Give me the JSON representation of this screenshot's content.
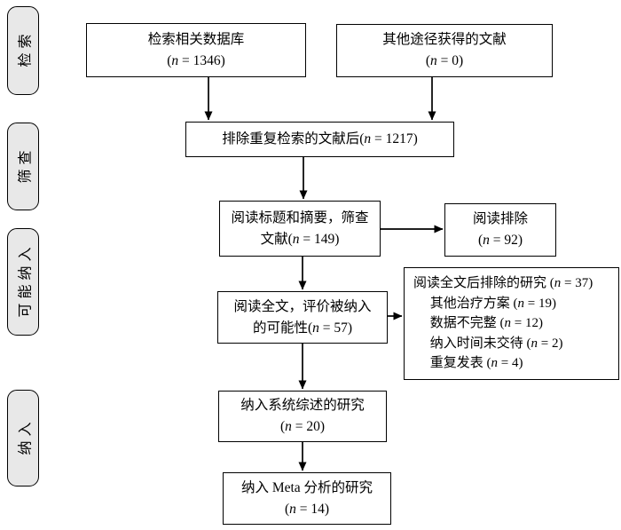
{
  "figure": {
    "stages": [
      {
        "label": "检索"
      },
      {
        "label": "筛查"
      },
      {
        "label": "可能纳入"
      },
      {
        "label": "纳入"
      }
    ],
    "boxes": {
      "database_search": {
        "lines": [
          "检索相关数据库",
          "(n = 1346)"
        ]
      },
      "other_sources": {
        "lines": [
          "其他途径获得的文献",
          "(n = 0)"
        ]
      },
      "after_dedup": {
        "lines": [
          "排除重复检索的文献后(n = 1217)"
        ]
      },
      "title_abstract": {
        "lines": [
          "阅读标题和摘要，筛查",
          "文献(n = 149)"
        ]
      },
      "reading_excluded": {
        "lines": [
          "阅读排除",
          "(n = 92)"
        ]
      },
      "fulltext_assess": {
        "lines": [
          "阅读全文，评价被纳入",
          "的可能性(n = 57)"
        ]
      },
      "fulltext_excluded": {
        "lines": [
          "阅读全文后排除的研究 (n = 37)",
          "其他治疗方案 (n = 19)",
          "数据不完整 (n = 12)",
          "纳入时间未交待 (n = 2)",
          "重复发表 (n = 4)"
        ]
      },
      "sr_included": {
        "lines": [
          "纳入系统综述的研究",
          "(n = 20)"
        ]
      },
      "meta_included": {
        "lines": [
          "纳入 Meta 分析的研究",
          "(n = 14)"
        ]
      }
    },
    "colors": {
      "box_border": "#000000",
      "stage_fill": "#e8e8e8",
      "background": "#ffffff"
    }
  }
}
